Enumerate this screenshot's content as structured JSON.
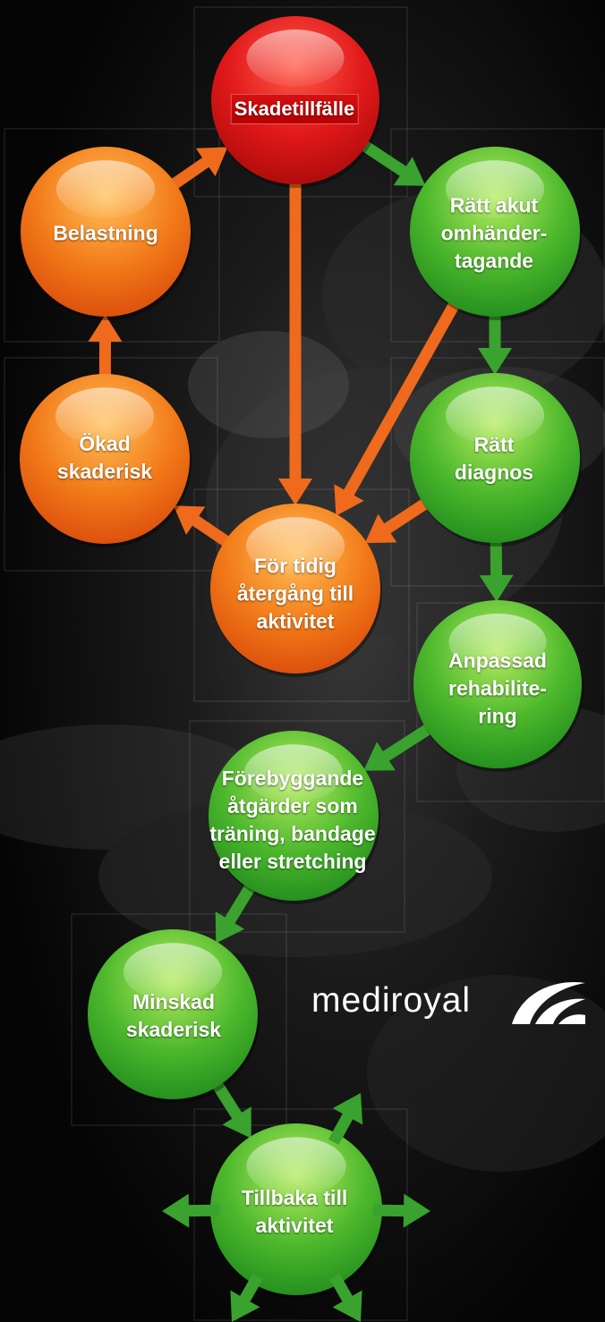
{
  "diagram": {
    "nodes": [
      {
        "id": "skadetillfalle",
        "label": "Skadetillfälle",
        "color": "red"
      },
      {
        "id": "ratt-akut",
        "label": "Rätt akut\nomhänder-\ntagande",
        "color": "green"
      },
      {
        "id": "belastning",
        "label": "Belastning",
        "color": "orange"
      },
      {
        "id": "okad-skaderisk",
        "label": "Ökad\nskaderisk",
        "color": "orange"
      },
      {
        "id": "ratt-diagnos",
        "label": "Rätt\ndiagnos",
        "color": "green"
      },
      {
        "id": "for-tidig",
        "label": "För tidig\nåtergång till\naktivitet",
        "color": "orange"
      },
      {
        "id": "anpassad-rehab",
        "label": "Anpassad\nrehabilite-\nring",
        "color": "green"
      },
      {
        "id": "forebyggande",
        "label": "Förebyggande\nåtgärder som\nträning, bandage\neller stretching",
        "color": "green"
      },
      {
        "id": "minskad-skaderisk",
        "label": "Minskad\nskaderisk",
        "color": "green"
      },
      {
        "id": "tillbaka",
        "label": "Tillbaka till\naktivitet",
        "color": "green"
      }
    ],
    "edges": [
      {
        "from": "belastning",
        "to": "skadetillfalle",
        "color": "orange"
      },
      {
        "from": "skadetillfalle",
        "to": "ratt-akut",
        "color": "green"
      },
      {
        "from": "skadetillfalle",
        "to": "for-tidig",
        "color": "orange"
      },
      {
        "from": "ratt-akut",
        "to": "ratt-diagnos",
        "color": "green"
      },
      {
        "from": "ratt-akut",
        "to": "for-tidig",
        "color": "orange"
      },
      {
        "from": "ratt-diagnos",
        "to": "for-tidig",
        "color": "orange"
      },
      {
        "from": "ratt-diagnos",
        "to": "anpassad-rehab",
        "color": "green"
      },
      {
        "from": "for-tidig",
        "to": "okad-skaderisk",
        "color": "orange"
      },
      {
        "from": "okad-skaderisk",
        "to": "belastning",
        "color": "orange"
      },
      {
        "from": "anpassad-rehab",
        "to": "forebyggande",
        "color": "green"
      },
      {
        "from": "forebyggande",
        "to": "minskad-skaderisk",
        "color": "green"
      },
      {
        "from": "minskad-skaderisk",
        "to": "tillbaka",
        "color": "green"
      }
    ],
    "colors": {
      "red": "#e01818",
      "orange": "#f07418",
      "green": "#46b02a",
      "green_arrow": "#3aa22e",
      "orange_arrow": "#ef6a1c",
      "background": "#060606"
    }
  },
  "logo": {
    "text": "mediroyal"
  }
}
